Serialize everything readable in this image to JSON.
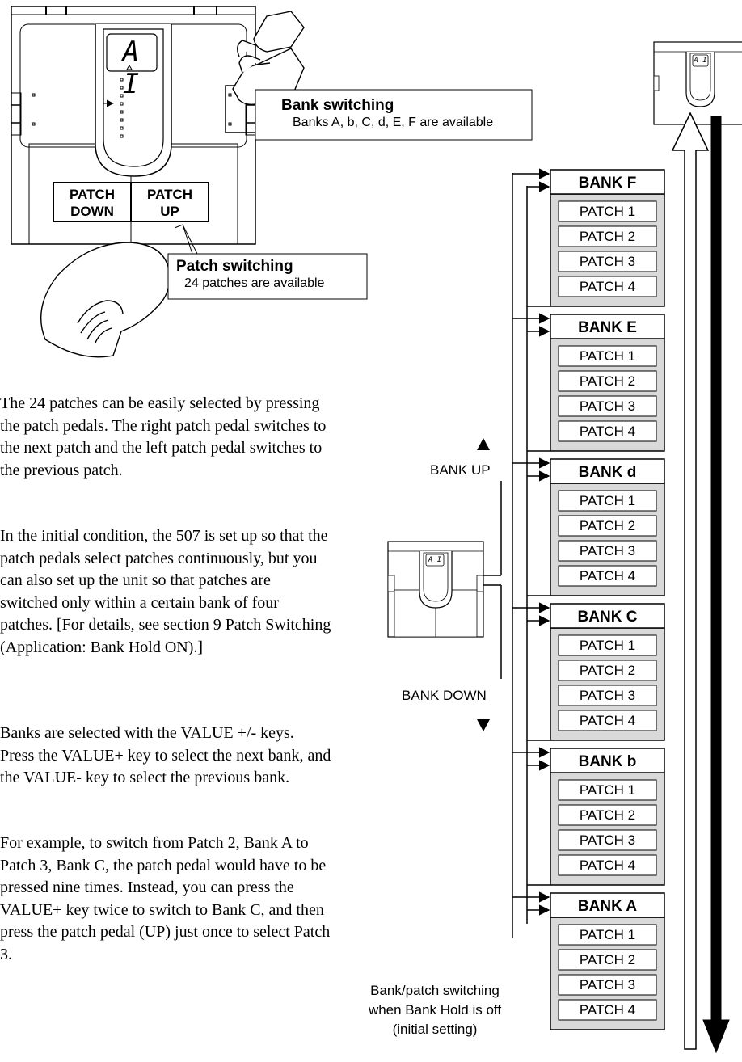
{
  "pedal": {
    "display": "A I",
    "mini_display": "A I",
    "patch_down_line1": "PATCH",
    "patch_down_line2": "DOWN",
    "patch_up_line1": "PATCH",
    "patch_up_line2": "UP"
  },
  "callouts": {
    "bank_title": "Bank switching",
    "bank_sub": "Banks A, b, C, d, E, F are available",
    "patch_title": "Patch switching",
    "patch_sub": "24 patches are available"
  },
  "paragraphs": [
    "The 24 patches can be easily selected by pressing the patch pedals. The right patch pedal switches to the next patch and the left patch pedal switches to the previous patch.",
    "In the initial condition, the 507 is set up so that the patch pedals select patches continuously, but you can also set up the unit so that patches are switched only within a certain bank of four patches. [For details, see section 9 Patch Switching (Application: Bank Hold ON).]",
    "Banks are selected with the VALUE +/- keys. Press the VALUE+ key to select the next bank, and the VALUE- key to select the previous bank.",
    "For example, to switch from Patch 2, Bank A to Patch 3, Bank C, the patch pedal would have to be pressed nine times. Instead, you can press the VALUE+ key twice to switch to Bank C, and then press the patch pedal (UP) just once to select Patch 3."
  ],
  "bank_up": "BANK UP",
  "bank_down": "BANK DOWN",
  "banks": [
    {
      "name": "BANK F",
      "patches": [
        "PATCH 1",
        "PATCH 2",
        "PATCH 3",
        "PATCH 4"
      ]
    },
    {
      "name": "BANK E",
      "patches": [
        "PATCH 1",
        "PATCH 2",
        "PATCH 3",
        "PATCH 4"
      ]
    },
    {
      "name": "BANK d",
      "patches": [
        "PATCH 1",
        "PATCH 2",
        "PATCH 3",
        "PATCH 4"
      ]
    },
    {
      "name": "BANK C",
      "patches": [
        "PATCH 1",
        "PATCH 2",
        "PATCH 3",
        "PATCH 4"
      ]
    },
    {
      "name": "BANK b",
      "patches": [
        "PATCH 1",
        "PATCH 2",
        "PATCH 3",
        "PATCH 4"
      ]
    },
    {
      "name": "BANK A",
      "patches": [
        "PATCH 1",
        "PATCH 2",
        "PATCH 3",
        "PATCH 4"
      ]
    }
  ],
  "caption": [
    "Bank/patch switching",
    "when Bank Hold is off",
    "(initial setting)"
  ]
}
